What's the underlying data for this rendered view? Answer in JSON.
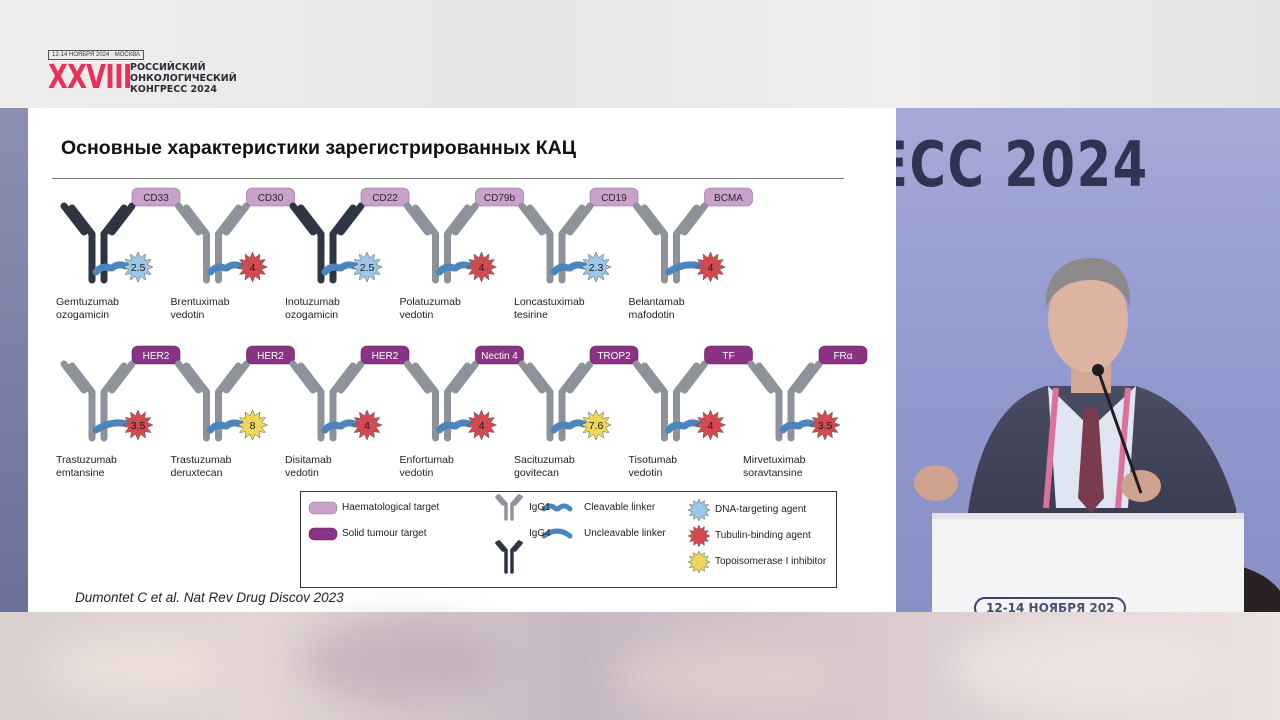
{
  "congress": {
    "date_badge": "12-14 НОЯБРЯ 2024 · МОСКВА",
    "roman_numeral": "XXVIII",
    "name_lines": [
      "РОССИЙСКИЙ",
      "ОНКОЛОГИЧЕСКИЙ",
      "КОНГРЕСС 2024"
    ],
    "backdrop_text": "ЕСС 2024",
    "podium_date": "12-14 НОЯБРЯ 202"
  },
  "slide": {
    "title": "Основные характеристики зарегистрированных КАЦ",
    "citation": "Dumontet C et al. Nat Rev Drug Discov 2023",
    "drugs": [
      {
        "target": "CD33",
        "dar": "2.5",
        "name": [
          "Gemtuzumab",
          "ozogamicin"
        ],
        "antibody": "IgG4",
        "target_type": "haematological",
        "linker": "cleavable",
        "payload": "dna"
      },
      {
        "target": "CD30",
        "dar": "4",
        "name": [
          "Brentuximab",
          "vedotin"
        ],
        "antibody": "IgG1",
        "target_type": "haematological",
        "linker": "cleavable",
        "payload": "tubulin"
      },
      {
        "target": "CD22",
        "dar": "2.5",
        "name": [
          "Inotuzumab",
          "ozogamicin"
        ],
        "antibody": "IgG4",
        "target_type": "haematological",
        "linker": "cleavable",
        "payload": "dna"
      },
      {
        "target": "CD79b",
        "dar": "4",
        "name": [
          "Polatuzumab",
          "vedotin"
        ],
        "antibody": "IgG1",
        "target_type": "haematological",
        "linker": "cleavable",
        "payload": "tubulin"
      },
      {
        "target": "CD19",
        "dar": "2.3",
        "name": [
          "Loncastuximab",
          "tesirine"
        ],
        "antibody": "IgG1",
        "target_type": "haematological",
        "linker": "cleavable",
        "payload": "dna"
      },
      {
        "target": "BCMA",
        "dar": "4",
        "name": [
          "Belantamab",
          "mafodotin"
        ],
        "antibody": "IgG1",
        "target_type": "haematological",
        "linker": "uncleavable",
        "payload": "tubulin"
      },
      {
        "target": "HER2",
        "dar": "3.5",
        "name": [
          "Trastuzumab",
          "emtansine"
        ],
        "antibody": "IgG1",
        "target_type": "solid",
        "linker": "uncleavable",
        "payload": "tubulin"
      },
      {
        "target": "HER2",
        "dar": "8",
        "name": [
          "Trastuzumab",
          "deruxtecan"
        ],
        "antibody": "IgG1",
        "target_type": "solid",
        "linker": "cleavable",
        "payload": "topo"
      },
      {
        "target": "HER2",
        "dar": "4",
        "name": [
          "Disitamab",
          "vedotin"
        ],
        "antibody": "IgG1",
        "target_type": "solid",
        "linker": "cleavable",
        "payload": "tubulin"
      },
      {
        "target": "Nectin 4",
        "dar": "4",
        "name": [
          "Enfortumab",
          "vedotin"
        ],
        "antibody": "IgG1",
        "target_type": "solid",
        "linker": "cleavable",
        "payload": "tubulin"
      },
      {
        "target": "TROP2",
        "dar": "7.6",
        "name": [
          "Sacituzumab",
          "govitecan"
        ],
        "antibody": "IgG1",
        "target_type": "solid",
        "linker": "cleavable",
        "payload": "topo"
      },
      {
        "target": "TF",
        "dar": "4",
        "name": [
          "Tisotumab",
          "vedotin"
        ],
        "antibody": "IgG1",
        "target_type": "solid",
        "linker": "cleavable",
        "payload": "tubulin"
      },
      {
        "target": "FRα",
        "dar": "3.5",
        "name": [
          "Mirvetuximab",
          "soravtansine"
        ],
        "antibody": "IgG1",
        "target_type": "solid",
        "linker": "cleavable",
        "payload": "tubulin"
      }
    ],
    "legend": {
      "haematological": "Haematological target",
      "solid": "Solid tumour target",
      "igg1": "IgG1",
      "igg4": "IgG4",
      "cleavable": "Cleavable linker",
      "uncleavable": "Uncleavable linker",
      "dna": "DNA-targeting agent",
      "tubulin": "Tubulin-binding agent",
      "topo": "Topoisomerase I inhibitor"
    }
  },
  "colors": {
    "haematological_tag": "#c9a2cc",
    "solid_tag": "#8a3385",
    "igg1": "#8e939b",
    "igg4": "#2f3542",
    "linker": "#4a86bb",
    "dna_payload": "#9cc7e6",
    "tubulin_payload": "#d24a4f",
    "topo_payload": "#eed65a",
    "logo_accent": "#e8305a"
  }
}
